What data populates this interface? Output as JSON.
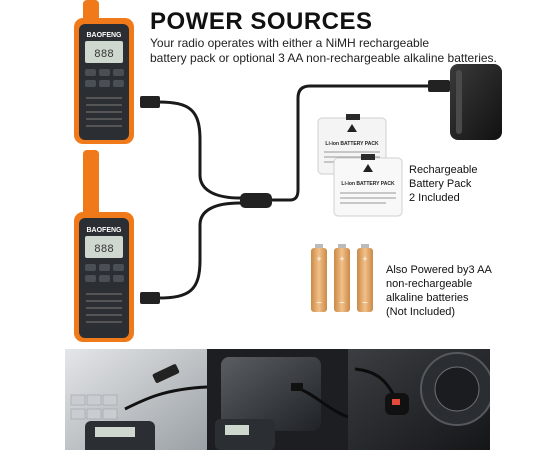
{
  "header": {
    "title": "POWER SOURCES",
    "subtitle_line1": "Your radio operates with either a NiMH rechargeable",
    "subtitle_line2": "battery pack or optional 3 AA non-rechargeable alkaline batteries."
  },
  "radio": {
    "brand": "BAOFENG",
    "display_text": "888"
  },
  "battery_pack": {
    "label": "Li-ion BATTERY PACK"
  },
  "captions": {
    "rechargeable_line1": "Rechargeable",
    "rechargeable_line2": "Battery Pack",
    "rechargeable_line3": "2 Included",
    "aa_line1": "Also Powered by3 AA",
    "aa_line2": "non-rechargeable",
    "aa_line3": "alkaline batteries",
    "aa_line4": "(Not Included)"
  },
  "colors": {
    "radio_orange": "#f07a1a",
    "radio_body": "#2b2f33",
    "battery_gold": "#e6a15a",
    "cable": "#1a1a1a"
  }
}
